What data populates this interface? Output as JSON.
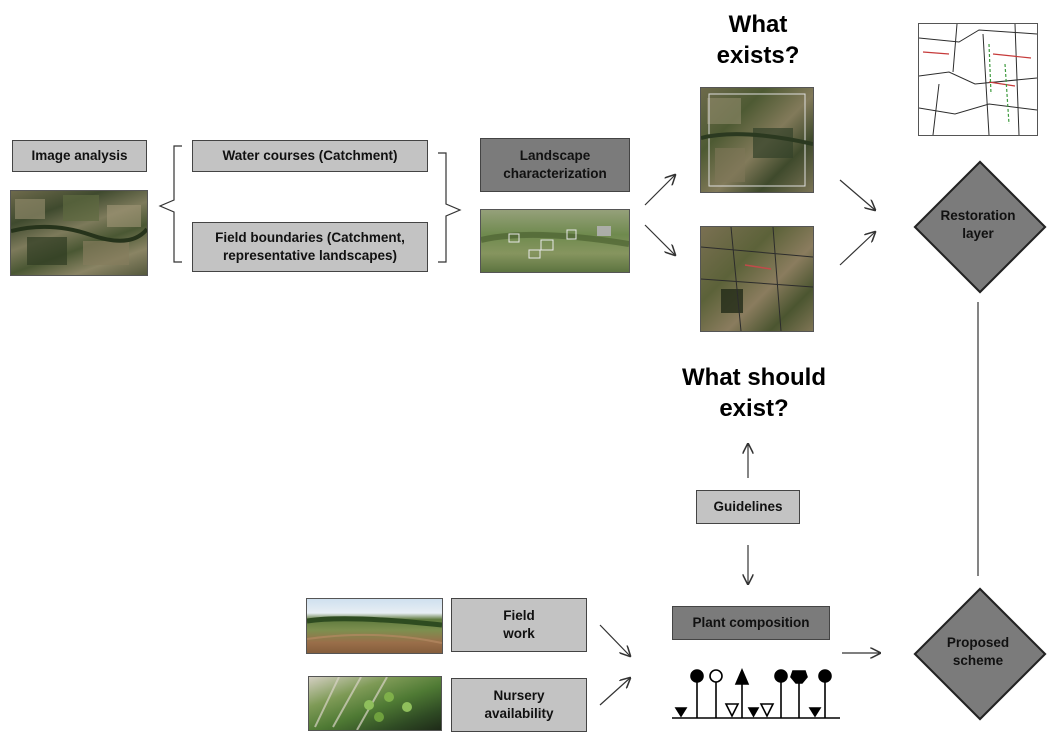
{
  "boxes": {
    "image_analysis": "Image analysis",
    "water_courses": "Water courses (Catchment)",
    "field_boundaries": "Field boundaries (Catchment,\nrepresentative landscapes)",
    "landscape_characterization": "Landscape\ncharacterization",
    "guidelines": "Guidelines",
    "plant_composition": "Plant composition",
    "field_work": "Field\nwork",
    "nursery_availability": "Nursery\navailability"
  },
  "questions": {
    "what_exists": "What\nexists?",
    "what_should_exist": "What should\nexist?"
  },
  "diamonds": {
    "restoration_layer": "Restoration\nlayer",
    "proposed_scheme": "Proposed\nscheme"
  },
  "images": {
    "satellite_left": "satellite image of agricultural fields",
    "landscape_photo": "aerial photo with outlined field boundaries",
    "exists_top": "satellite image with water course outline",
    "exists_bottom": "satellite image with field boundary outlines",
    "restoration_map": "map of catchment boundaries",
    "field_photo": "photo of rural landscape",
    "nursery_photo": "photo of plant nursery"
  },
  "colors": {
    "light_box": "#c3c3c3",
    "dark_box": "#7b7b7b"
  }
}
